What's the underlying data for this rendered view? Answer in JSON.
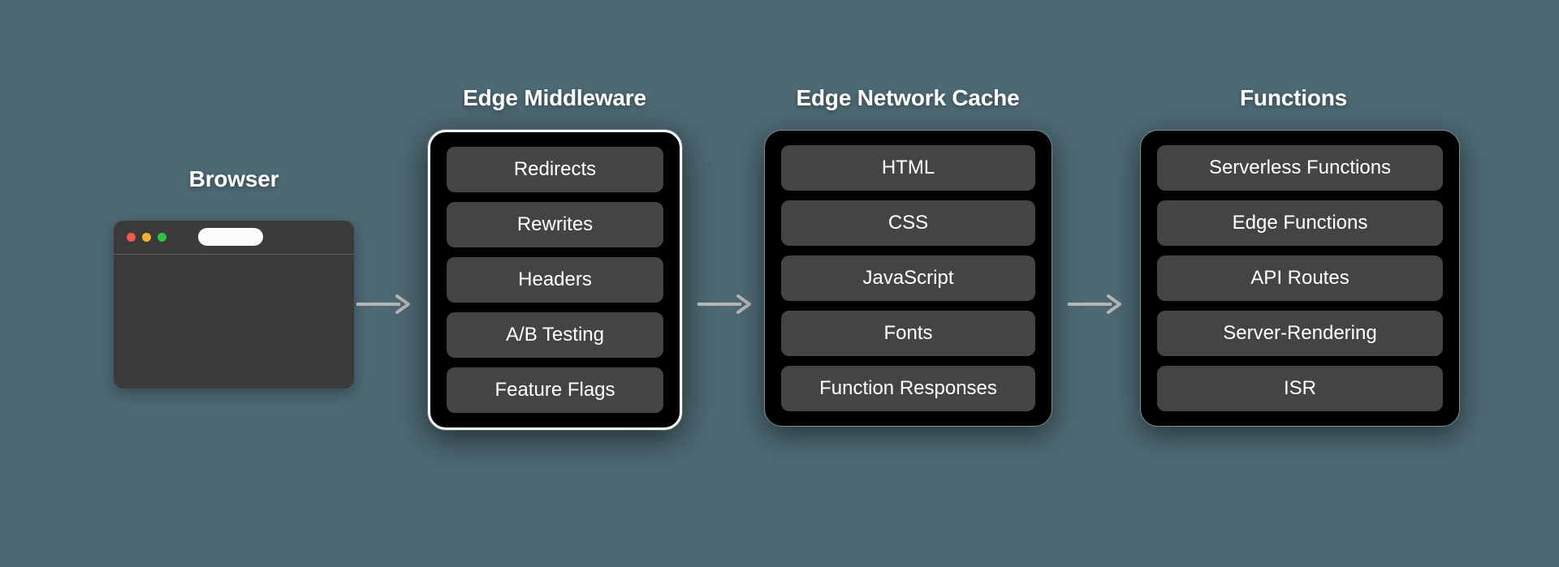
{
  "background_color": "#4d6973",
  "browser": {
    "title": "Browser",
    "window": {
      "chrome_color": "#3b3b3b",
      "viewport_color": "#3b3b3b",
      "url_bar_value": "",
      "traffic_lights": [
        {
          "name": "close",
          "color": "#f2584b"
        },
        {
          "name": "minimize",
          "color": "#f2b22e"
        },
        {
          "name": "maximize",
          "color": "#2fc24b"
        }
      ]
    }
  },
  "arrows": [
    {
      "name": "arrow-browser-to-middleware",
      "color": "#b6b6b6"
    },
    {
      "name": "arrow-middleware-to-cache",
      "color": "#b6b6b6"
    },
    {
      "name": "arrow-cache-to-functions",
      "color": "#b6b6b6"
    }
  ],
  "panels": [
    {
      "id": "middleware",
      "title": "Edge Middleware",
      "highlighted": true,
      "border_color": "#ffffff",
      "items": [
        "Redirects",
        "Rewrites",
        "Headers",
        "A/B Testing",
        "Feature Flags"
      ]
    },
    {
      "id": "cache",
      "title": "Edge Network Cache",
      "highlighted": false,
      "border_color": "#7d8f96",
      "items": [
        "HTML",
        "CSS",
        "JavaScript",
        "Fonts",
        "Function Responses"
      ]
    },
    {
      "id": "functions",
      "title": "Functions",
      "highlighted": false,
      "border_color": "#7d8f96",
      "items": [
        "Serverless Functions",
        "Edge Functions",
        "API Routes",
        "Server-Rendering",
        "ISR"
      ]
    }
  ]
}
